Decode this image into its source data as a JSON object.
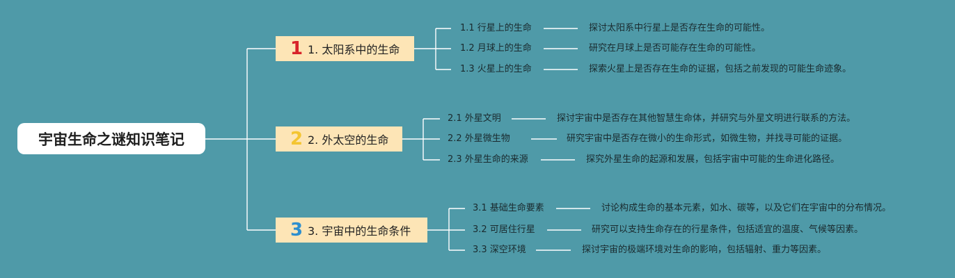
{
  "colors": {
    "background": "#4f9aa8",
    "branch_fill": "#fde5b6",
    "line": "#ffffff",
    "badge_1": "#d8232a",
    "badge_2": "#f4c531",
    "badge_3": "#2e8fcf"
  },
  "root": {
    "title": "宇宙生命之谜知识笔记"
  },
  "branches": [
    {
      "badge": "1",
      "label": "1. 太阳系中的生命",
      "items": [
        {
          "label": "1.1 行星上的生命",
          "desc": "探讨太阳系中行星上是否存在生命的可能性。"
        },
        {
          "label": "1.2 月球上的生命",
          "desc": "研究在月球上是否可能存在生命的可能性。"
        },
        {
          "label": "1.3 火星上的生命",
          "desc": "探索火星上是否存在生命的证据，包括之前发现的可能生命迹象。"
        }
      ]
    },
    {
      "badge": "2",
      "label": "2. 外太空的生命",
      "items": [
        {
          "label": "2.1 外星文明",
          "desc": "探讨宇宙中是否存在其他智慧生命体，并研究与外星文明进行联系的方法。"
        },
        {
          "label": "2.2 外星微生物",
          "desc": "研究宇宙中是否存在微小的生命形式，如微生物，并找寻可能的证据。"
        },
        {
          "label": "2.3 外星生命的来源",
          "desc": "探究外星生命的起源和发展，包括宇宙中可能的生命进化路径。"
        }
      ]
    },
    {
      "badge": "3",
      "label": "3. 宇宙中的生命条件",
      "items": [
        {
          "label": "3.1 基础生命要素",
          "desc": "讨论构成生命的基本元素，如水、碳等，以及它们在宇宙中的分布情况。"
        },
        {
          "label": "3.2 可居住行星",
          "desc": "研究可以支持生命存在的行星条件，包括适宜的温度、气候等因素。"
        },
        {
          "label": "3.3 深空环境",
          "desc": "探讨宇宙的极端环境对生命的影响，包括辐射、重力等因素。"
        }
      ]
    }
  ]
}
